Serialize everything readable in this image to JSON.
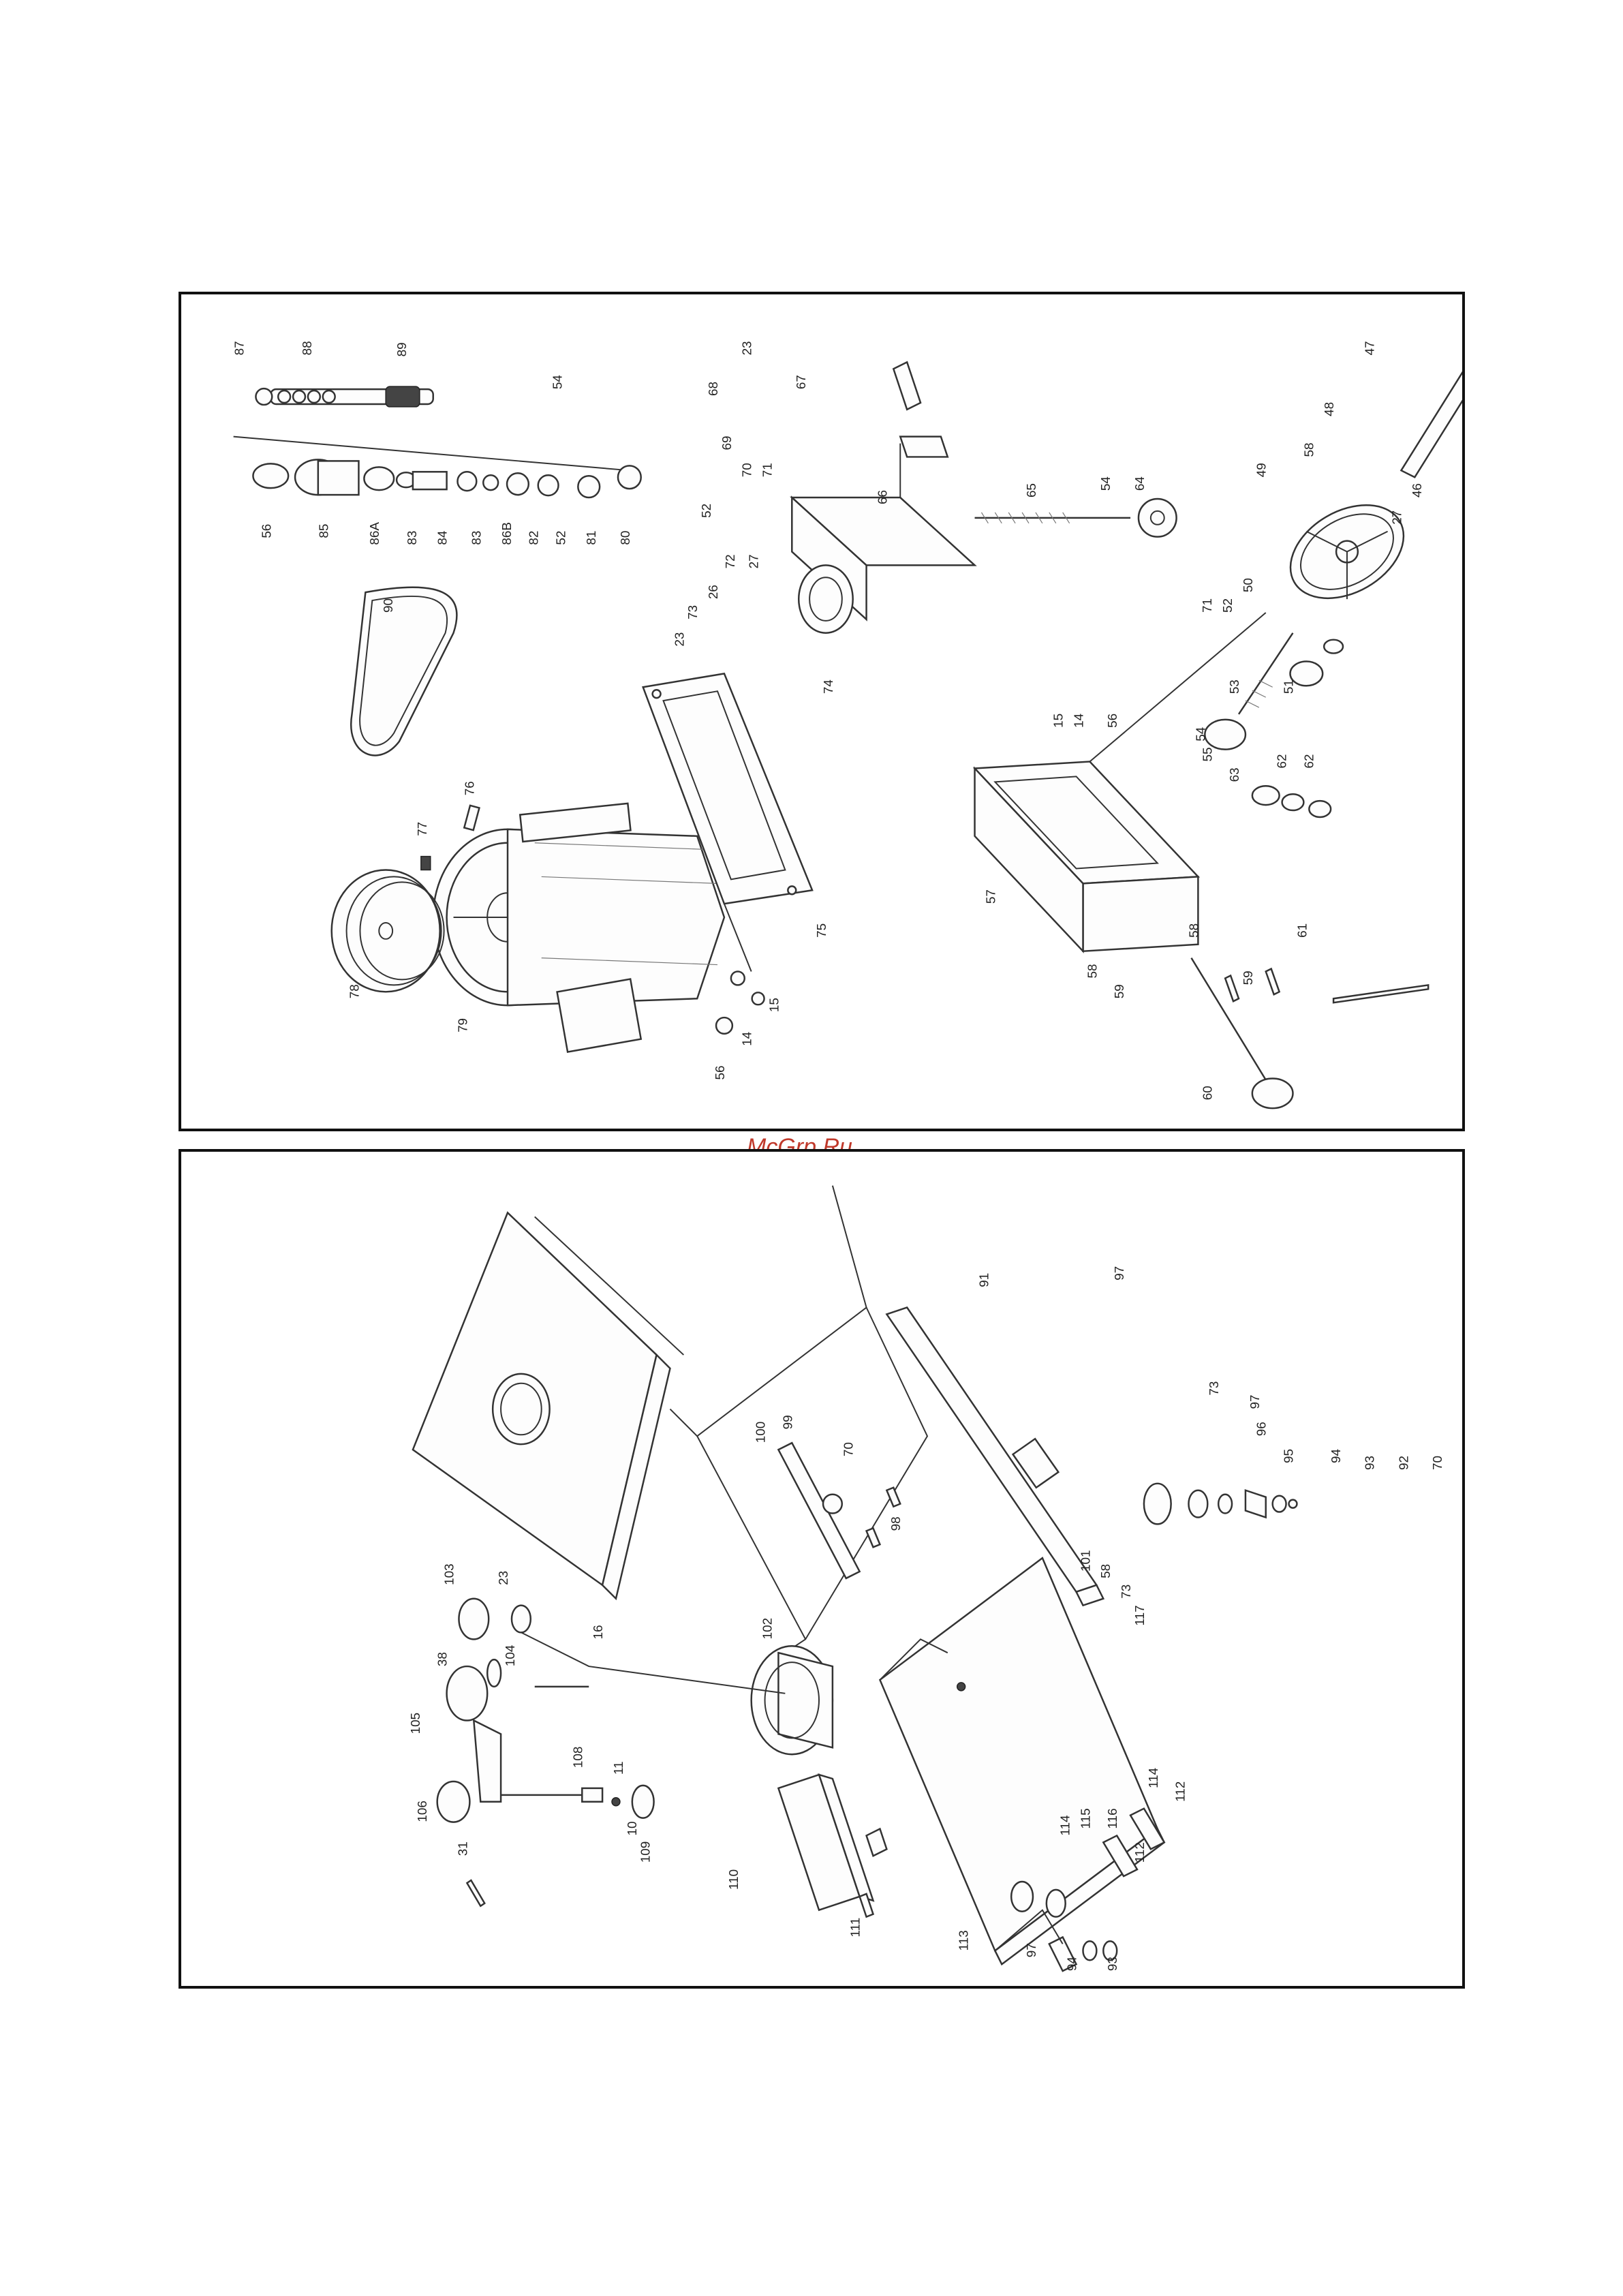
{
  "watermark": "McGrp.Ru",
  "top_callouts": [
    "87",
    "88",
    "89",
    "54",
    "56",
    "85",
    "86A",
    "83",
    "84",
    "83",
    "86B",
    "82",
    "52",
    "81",
    "80",
    "68",
    "23",
    "67",
    "69",
    "70",
    "71",
    "52",
    "72",
    "27",
    "66",
    "65",
    "54",
    "64",
    "73",
    "26",
    "23",
    "74",
    "90",
    "76",
    "77",
    "78",
    "79",
    "75",
    "14",
    "15",
    "56",
    "15",
    "14",
    "56",
    "57",
    "58",
    "58",
    "59",
    "60",
    "59",
    "61",
    "47",
    "48",
    "58",
    "49",
    "27",
    "46",
    "71",
    "52",
    "50",
    "51",
    "53",
    "54",
    "55",
    "63",
    "62",
    "62"
  ],
  "bottom_callouts": [
    "91",
    "97",
    "73",
    "97",
    "96",
    "117",
    "95",
    "94",
    "93",
    "92",
    "70",
    "91",
    "58",
    "73",
    "100",
    "99",
    "70",
    "98",
    "16",
    "103",
    "23",
    "38",
    "104",
    "105",
    "102",
    "10",
    "11",
    "108",
    "106",
    "31",
    "109",
    "110",
    "111",
    "101",
    "114",
    "112",
    "114",
    "115",
    "116",
    "112",
    "113",
    "97",
    "94",
    "93"
  ]
}
